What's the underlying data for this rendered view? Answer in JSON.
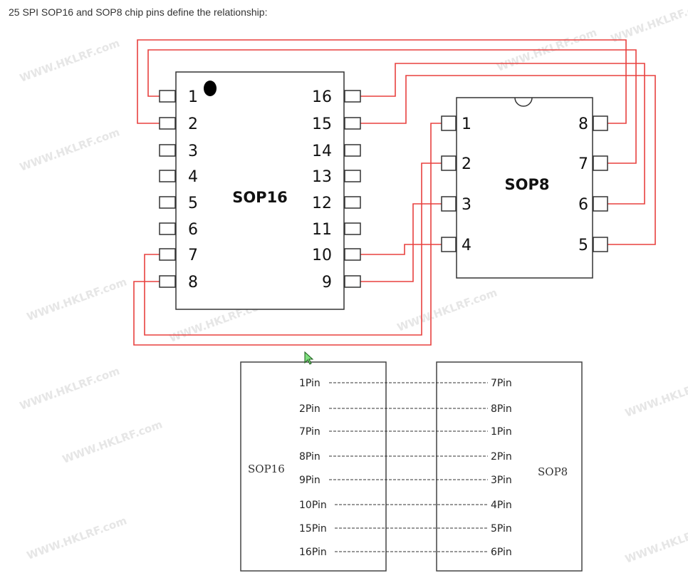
{
  "caption": "25 SPI SOP16 and SOP8 chip pins define the relationship:",
  "watermark": "WWW.HKLRF.com",
  "sop16": {
    "label": "SOP16",
    "left_pins": [
      "1",
      "2",
      "3",
      "4",
      "5",
      "6",
      "7",
      "8"
    ],
    "right_pins": [
      "16",
      "15",
      "14",
      "13",
      "12",
      "11",
      "10",
      "9"
    ]
  },
  "sop8": {
    "label": "SOP8",
    "left_pins": [
      "1",
      "2",
      "3",
      "4"
    ],
    "right_pins": [
      "8",
      "7",
      "6",
      "5"
    ]
  },
  "table": {
    "left_title": "SOP16",
    "right_title": "SOP8",
    "rows": [
      {
        "sop16": "1Pin",
        "sop8": "7Pin"
      },
      {
        "sop16": "2Pin",
        "sop8": "8Pin"
      },
      {
        "sop16": "7Pin",
        "sop8": "1Pin"
      },
      {
        "sop16": "8Pin",
        "sop8": "2Pin"
      },
      {
        "sop16": "9Pin",
        "sop8": "3Pin"
      },
      {
        "sop16": "10Pin",
        "sop8": "4Pin"
      },
      {
        "sop16": "15Pin",
        "sop8": "5Pin"
      },
      {
        "sop16": "16Pin",
        "sop8": "6Pin"
      }
    ]
  },
  "colors": {
    "wire": "#e8413f",
    "outline": "#333333"
  }
}
